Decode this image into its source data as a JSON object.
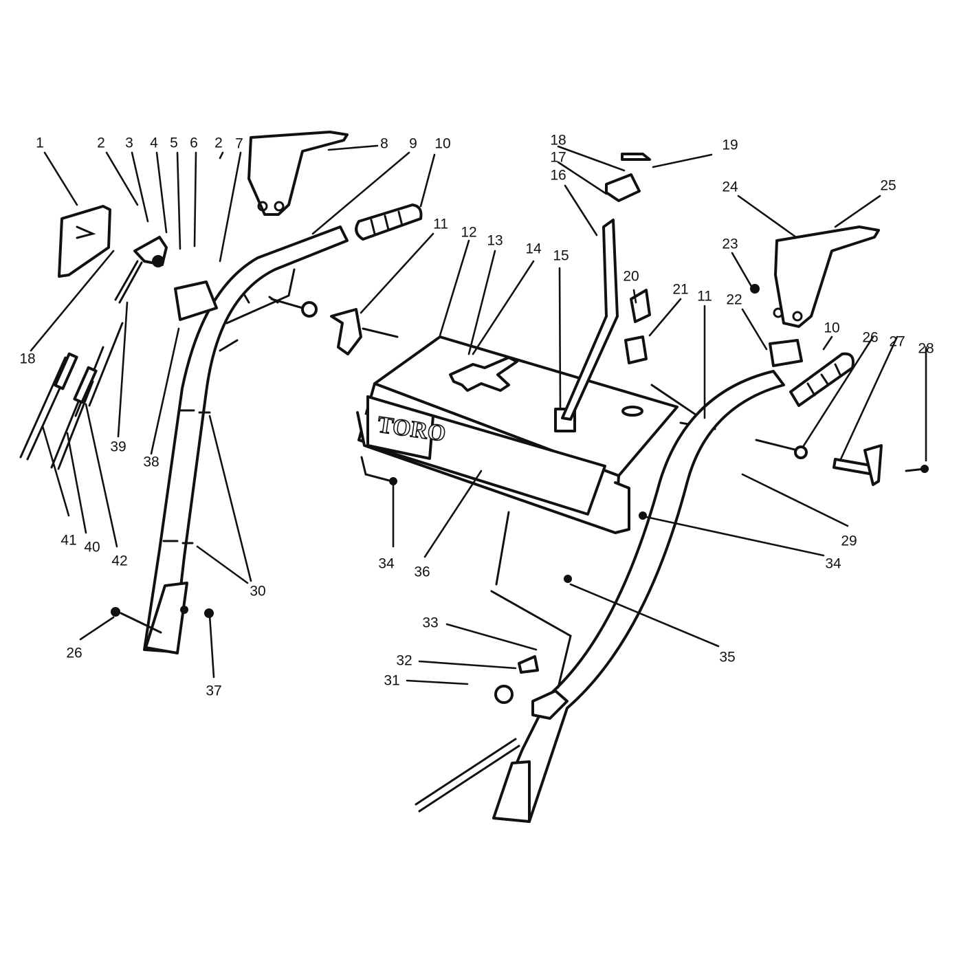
{
  "brand_logo_text": "TORO",
  "ink_color": "#111111",
  "callouts": [
    "1",
    "2",
    "3",
    "4",
    "5",
    "6",
    "2",
    "7",
    "8",
    "9",
    "10",
    "18",
    "17",
    "16",
    "19",
    "24",
    "25",
    "11",
    "12",
    "13",
    "14",
    "15",
    "20",
    "21",
    "11",
    "23",
    "22",
    "10",
    "26",
    "27",
    "28",
    "18",
    "39",
    "38",
    "41",
    "40",
    "42",
    "30",
    "26",
    "37",
    "34",
    "36",
    "34",
    "29",
    "35",
    "33",
    "32",
    "31"
  ]
}
